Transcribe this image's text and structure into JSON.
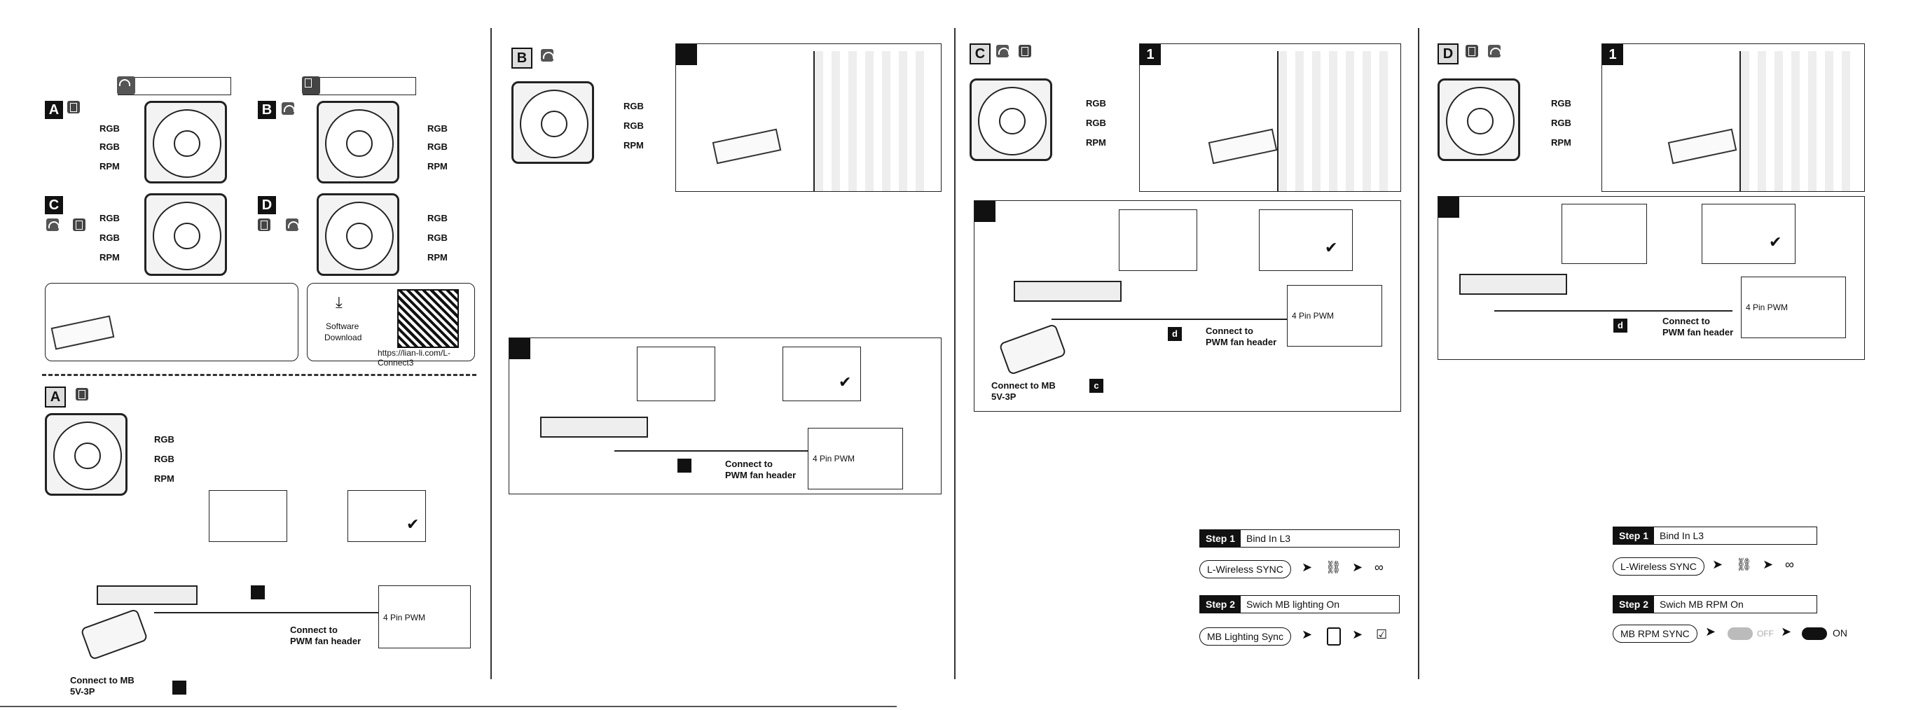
{
  "labels": {
    "rgb": "RGB",
    "rpm": "RPM"
  },
  "sections": {
    "A": "A",
    "B": "B",
    "C": "C",
    "D": "D"
  },
  "panel1": {
    "software_line1": "Software",
    "software_line2": "Download",
    "url": "https://lian-li.com/L-Connect3",
    "connect_pwm": "Connect to",
    "connect_pwm2": "PWM fan header",
    "connect_mb": "Connect to MB",
    "connect_mb2": "5V-3P",
    "pwm": "4 Pin PWM"
  },
  "panel2": {
    "pwm": "4 Pin PWM",
    "connect_pwm": "Connect to",
    "connect_pwm2": "PWM fan header"
  },
  "panel3": {
    "step_num": "1",
    "pwm": "4 Pin PWM",
    "connect_pwm": "Connect to",
    "connect_pwm2": "PWM fan header",
    "connect_mb": "Connect to MB",
    "connect_mb2": "5V-3P",
    "tag_d": "d",
    "tag_c": "c",
    "step1_num": "Step 1",
    "step1_txt": "Bind In L3",
    "pill1": "L-Wireless  SYNC",
    "step2_num": "Step 2",
    "step2_txt": "Swich MB lighting On",
    "pill2": "MB Lighting Sync",
    "check": "☑"
  },
  "panel4": {
    "step_num": "1",
    "pwm": "4 Pin PWM",
    "connect_pwm": "Connect to",
    "connect_pwm2": "PWM fan header",
    "tag_d": "d",
    "step1_num": "Step 1",
    "step1_txt": "Bind In L3",
    "pill1": "L-Wireless SYNC",
    "step2_num": "Step 2",
    "step2_txt": "Swich MB RPM On",
    "pill2": "MB RPM SYNC",
    "off": "OFF",
    "on": "ON"
  }
}
